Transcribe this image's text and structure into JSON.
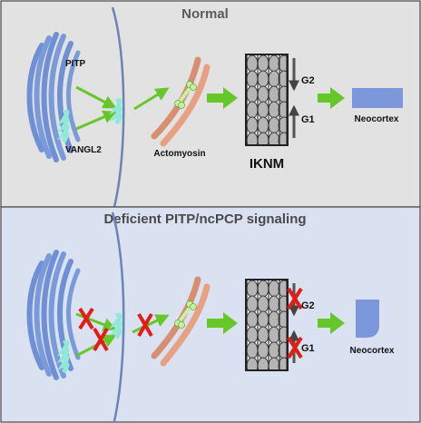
{
  "panels": {
    "normal": {
      "title": "Normal",
      "labels": {
        "pitp": "PITP",
        "vangl2": "VANGL2",
        "actomyosin": "Actomyosin",
        "iknm": "IKNM",
        "g2": "G2",
        "g1": "G1",
        "neocortex": "Neocortex"
      }
    },
    "deficient": {
      "title": "Deficient PITP/ncPCP signaling",
      "labels": {
        "g2": "G2",
        "g1": "G1",
        "neocortex": "Neocortex"
      }
    }
  },
  "colors": {
    "normal_bg": "#e2e2e2",
    "deficient_bg": "#dae2f2",
    "golgi": "#7394d6",
    "pitp": "#2e6b2a",
    "vangl2": "#8fe9d9",
    "arrow": "#66c72b",
    "actomyosin": "#e6a082",
    "cross": "#e01d16",
    "neocortex": "#7c98da",
    "nucleus": "#b5b5b5"
  }
}
